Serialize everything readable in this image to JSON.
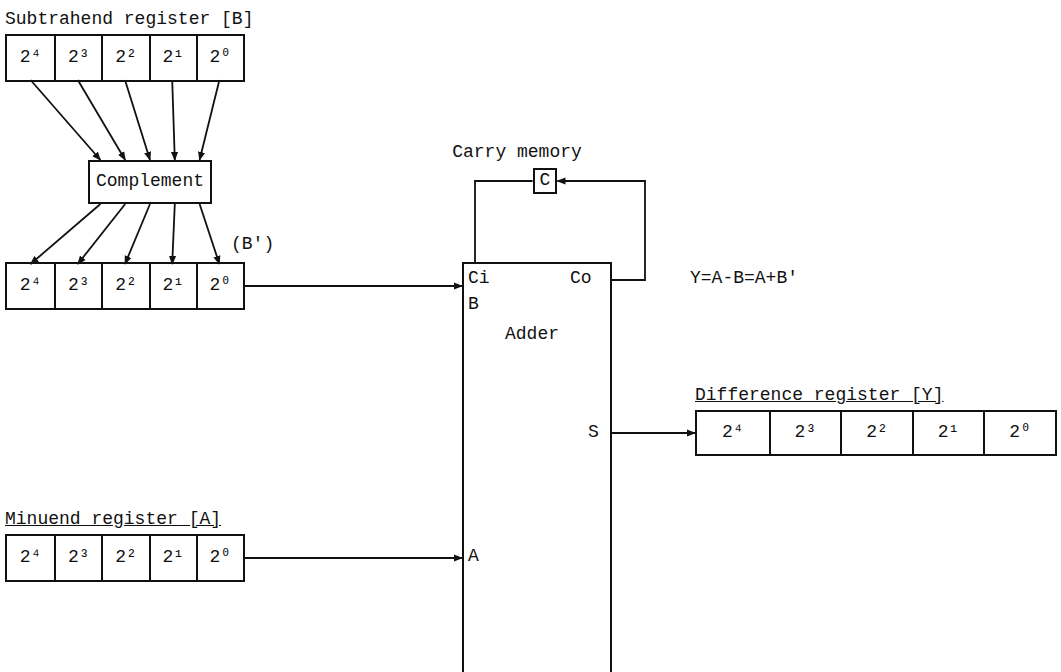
{
  "diagram": {
    "nodes": [
      {
        "text": [
          "Subtrahend register [B]"
        ]
      },
      {
        "text": [
          "2⁴"
        ],
        "in": 0
      },
      {
        "text": [
          "2³"
        ],
        "in": 0
      },
      {
        "text": [
          "2²"
        ],
        "in": 0
      },
      {
        "text": [
          "2¹"
        ],
        "in": 0
      },
      {
        "text": [
          "2⁰"
        ],
        "in": 0
      },
      {
        "text": [
          "Carry memory",
          "C"
        ]
      },
      {
        "text": [
          "Complement"
        ]
      },
      {
        "text": [
          "(B')"
        ]
      },
      {
        "text": [
          "2⁴"
        ],
        "in": 8
      },
      {
        "text": [
          "2³"
        ],
        "in": 8
      },
      {
        "text": [
          "2²"
        ],
        "in": 8
      },
      {
        "text": [
          "2¹"
        ],
        "in": 8
      },
      {
        "text": [
          "2⁰"
        ],
        "in": 8
      },
      {
        "text": [
          "Adder"
        ]
      },
      {
        "text": [
          "Difference register [Y]"
        ]
      },
      {
        "text": [
          "2⁴"
        ],
        "in": 15
      },
      {
        "text": [
          "2³"
        ],
        "in": 15
      },
      {
        "text": [
          "2²"
        ],
        "in": 15
      },
      {
        "text": [
          "2¹"
        ],
        "in": 15
      },
      {
        "text": [
          "2⁰"
        ],
        "in": 15
      },
      {
        "text": [
          "Minuend register [A]"
        ]
      },
      {
        "text": [
          "2⁴"
        ],
        "in": 21
      },
      {
        "text": [
          "2³"
        ],
        "in": 21
      },
      {
        "text": [
          "2²"
        ],
        "in": 21
      },
      {
        "text": [
          "2¹"
        ],
        "in": 21
      },
      {
        "text": [
          "2⁰"
        ],
        "in": 21
      }
    ],
    "edges": [
      {
        "from": 1,
        "to": 7,
        "arrow": "to"
      },
      {
        "from": 2,
        "to": 7,
        "arrow": "to"
      },
      {
        "from": 3,
        "to": 7,
        "arrow": "to"
      },
      {
        "from": 4,
        "to": 7,
        "arrow": "to"
      },
      {
        "from": 5,
        "to": 7,
        "arrow": "to"
      },
      {
        "from": 7,
        "to": 9,
        "arrow": "to"
      },
      {
        "from": 7,
        "to": 10,
        "arrow": "to"
      },
      {
        "from": 7,
        "to": 11,
        "arrow": "to"
      },
      {
        "from": 7,
        "to": 12,
        "arrow": "to"
      },
      {
        "from": 7,
        "to": 13,
        "arrow": "to"
      },
      {
        "from": 8,
        "to": 14,
        "arrow": "to"
      },
      {
        "from": 21,
        "to": 14,
        "arrow": "to"
      },
      {
        "from": 14,
        "to": 15,
        "arrow": "to"
      },
      {
        "from": 14,
        "to": 6,
        "arrow": "to"
      },
      {
        "from": 6,
        "to": 14,
        "arrow": "none"
      }
    ],
    "labels": [
      "Ci",
      "Co",
      "B",
      "S",
      "A",
      "Y=A-B=A+B'"
    ]
  }
}
